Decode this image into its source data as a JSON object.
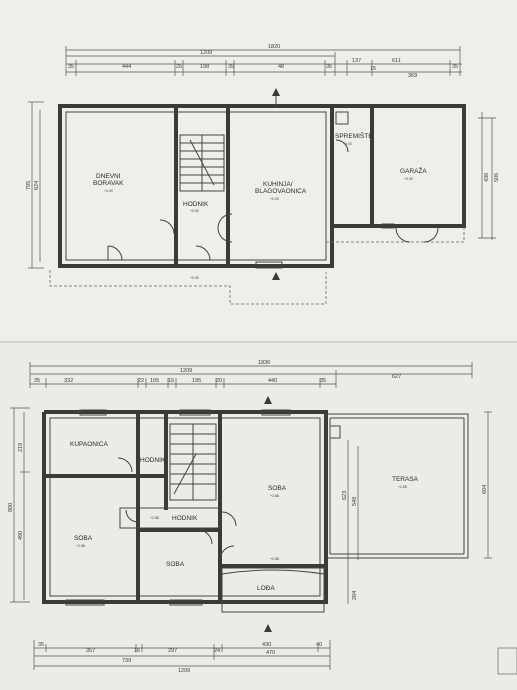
{
  "ground_floor": {
    "rooms": {
      "dnevni_boravak_1": "DNEVNI",
      "dnevni_boravak_2": "BORAVAK",
      "hodnik": "HODNIK",
      "kuhinja_1": "KUHINJA/",
      "kuhinja_2": "BLAGOVAONICA",
      "spremiste": "SPREMIŠTE",
      "garaza": "GARAŽA"
    },
    "dims_top": {
      "total": "1820",
      "main": "1209",
      "seg": [
        "35",
        "444",
        "25",
        "198",
        "35",
        "48",
        "35",
        "137",
        "15",
        "611",
        "369",
        "35"
      ]
    },
    "dims_left": [
      "795",
      "624"
    ],
    "dims_right": [
      "436",
      "506"
    ],
    "levels": [
      "+0.00",
      "+0.00",
      "+0.00",
      "+0.00",
      "+0.00",
      "+0.00"
    ]
  },
  "upper_floor": {
    "rooms": {
      "kupaonica": "KUPAONICA",
      "hodnik_small": "HODNIK",
      "hodnik": "HODNIK",
      "soba_left": "SOBA",
      "soba_mid": "SOBA",
      "soba_right": "SOBA",
      "loda": "LOĐA",
      "terasa": "TERASA"
    },
    "dims_top": {
      "total": "1836",
      "main": "1209",
      "terrace": "627",
      "seg": [
        "35",
        "332",
        "22",
        "105",
        "16",
        "195",
        "20",
        "440",
        "35"
      ]
    },
    "dims_bottom": {
      "seg": [
        "35",
        "357",
        "16",
        "297",
        "24",
        "430",
        "40"
      ],
      "sub": [
        "739",
        "470"
      ],
      "total": "1209"
    },
    "dims_left": [
      "800",
      "219",
      "490"
    ],
    "dims_mid": [
      "623",
      "548",
      "204"
    ],
    "dims_right": [
      "604"
    ],
    "levels": [
      "+2.88",
      "+2.88",
      "+2.88",
      "+2.88",
      "+2.88"
    ]
  }
}
